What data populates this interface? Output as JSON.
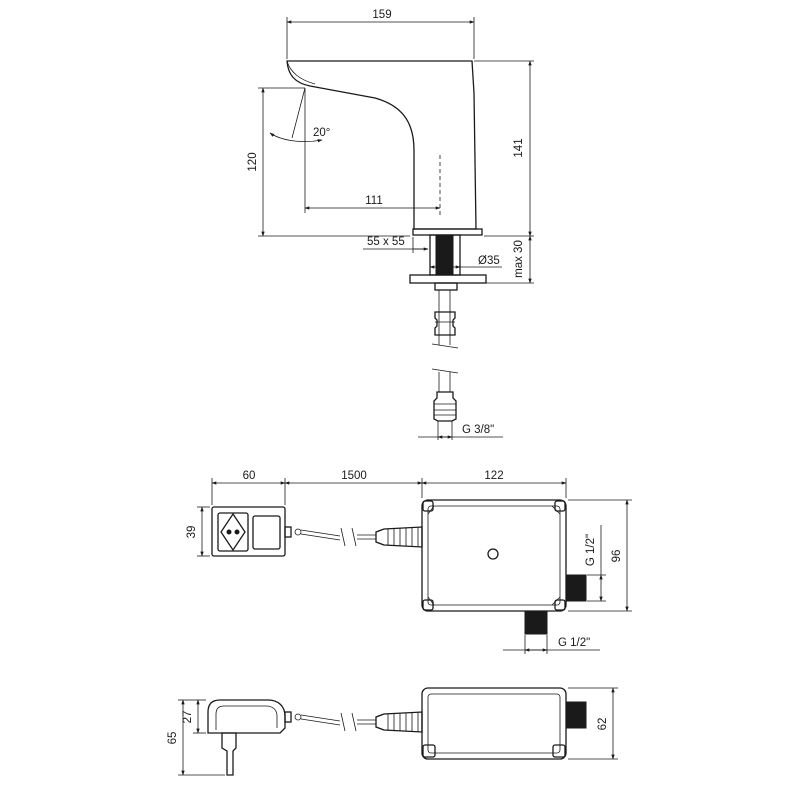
{
  "faucet": {
    "dims": {
      "width_top": "159",
      "height_total": "141",
      "height_spout": "120",
      "angle": "20°",
      "reach": "111",
      "base": "55 x 55",
      "diameter": "Ø35",
      "max_thickness": "max 30",
      "thread": "G 3/8\""
    }
  },
  "control_box_top": {
    "dims": {
      "adapter_width": "60",
      "cable_length": "1500",
      "box_width": "122",
      "adapter_height": "39",
      "box_height": "96",
      "side_port": "G 1/2\"",
      "bottom_port": "G 1/2\""
    }
  },
  "control_box_side": {
    "dims": {
      "adapter_depth": "27",
      "adapter_total": "65",
      "box_depth": "62"
    }
  }
}
